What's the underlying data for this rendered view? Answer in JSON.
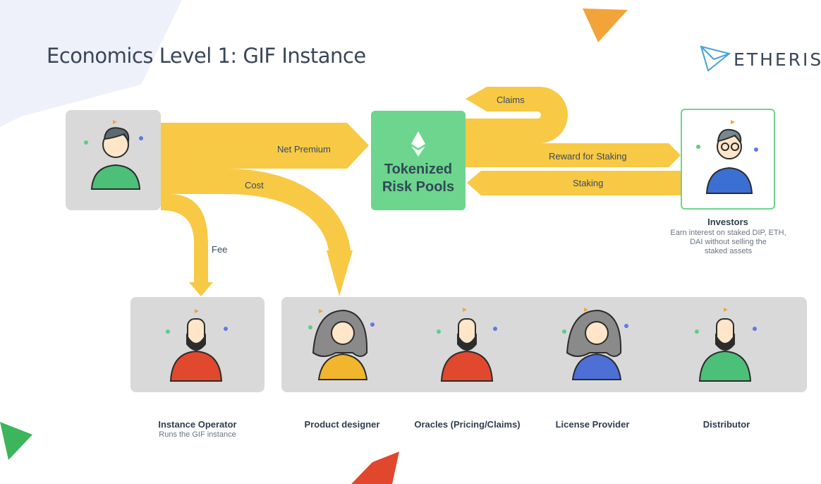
{
  "title": "Economics Level 1: GIF Instance",
  "brand": {
    "name": "ETHERISC"
  },
  "pool": {
    "label": "Tokenized\nRisk Pools"
  },
  "flows": {
    "claims": "Claims",
    "net_premium": "Net Premium",
    "reward": "Reward for Staking",
    "staking": "Staking",
    "cost": "Cost",
    "fee": "Fee"
  },
  "investor": {
    "name": "Investors",
    "desc": "Earn interest on staked DIP, ETH,\nDAI without selling the\nstaked assets"
  },
  "roles": [
    {
      "name": "Instance Operator",
      "desc": "Runs the GIF instance"
    },
    {
      "name": "Product designer",
      "desc": ""
    },
    {
      "name": "Oracles (Pricing/Claims)",
      "desc": ""
    },
    {
      "name": "License Provider",
      "desc": ""
    },
    {
      "name": "Distributor",
      "desc": ""
    }
  ],
  "colors": {
    "flow": "#f8c944",
    "pool": "#6dd58e",
    "card": "#d9d9d9",
    "text": "#3a4658"
  }
}
